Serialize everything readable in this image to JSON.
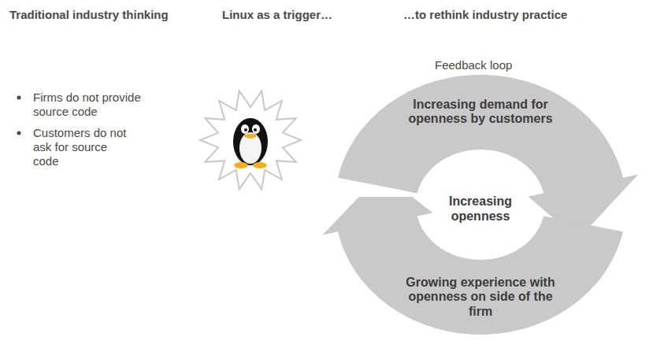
{
  "diagram": {
    "nodes": [
      {
        "text": [
          "Increasing demand for openness by customers"
        ]
      },
      {
        "text": [
          "Growing experience with openness on side of the firm"
        ]
      }
    ],
    "labels": [
      "Traditional industry thinking",
      "Linux as a trigger…",
      "…to rethink industry practice",
      "Firms do not provide source code",
      "Customers do not ask for source code",
      "Feedback loop",
      "Increasing openness"
    ]
  }
}
